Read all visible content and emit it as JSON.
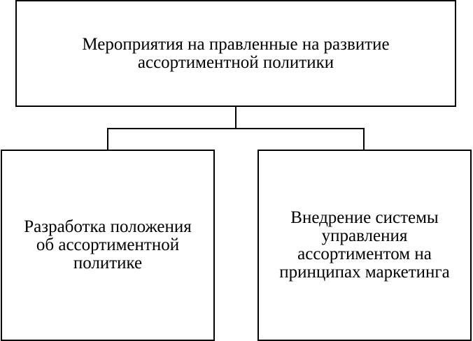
{
  "diagram": {
    "root": {
      "label": "Мероприятия на правленные на развитие ассортиментной политики",
      "lines": [
        "Мероприятия на правленные на развитие",
        "ассортиментной политики"
      ]
    },
    "children": [
      {
        "label": "Разработка положения об ассортиментной политике",
        "lines": [
          "Разработка  положения",
          "об ассортиментной",
          "политике"
        ]
      },
      {
        "label": "Внедрение системы управления ассортиментом на принципах маркетинга",
        "lines": [
          "Внедрение системы",
          "управления",
          "ассортиментом  на",
          "принципах маркетинга"
        ]
      }
    ],
    "colors": {
      "stroke": "#000000",
      "background": "#ffffff",
      "text": "#000000"
    }
  }
}
